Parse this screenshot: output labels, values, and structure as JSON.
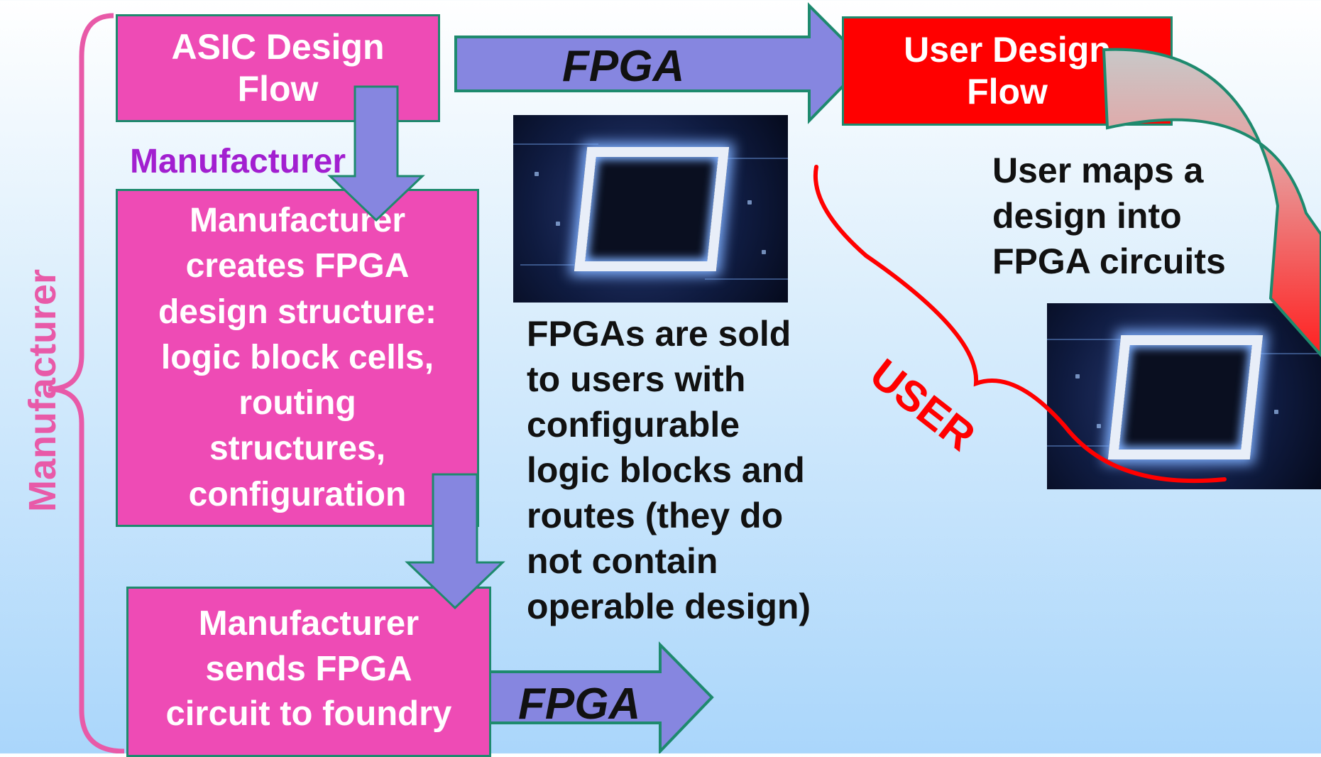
{
  "side_label": "Manufacturer",
  "asic_box": "ASIC Design\nFlow",
  "manufacturer_label": "Manufacturer",
  "creates_box": "Manufacturer\ncreates FPGA\ndesign structure:\nlogic block cells,\nrouting\nstructures,\nconfiguration",
  "sends_box": "Manufacturer\nsends FPGA\ncircuit to foundry",
  "top_arrow_label": "FPGA",
  "bottom_arrow_label": "FPGA",
  "user_design_box": "User Design\nFlow",
  "user_maps_text": "User maps a\ndesign into\nFPGA circuits",
  "sold_text": "FPGAs are sold\nto users with\nconfigurable\nlogic blocks and\nroutes (they do\nnot contain\noperable design)",
  "user_label": "USER",
  "colors": {
    "box_pink": "#ee4bb5",
    "box_border": "#1e8a6e",
    "arrow_purple": "#8686e0",
    "user_red": "#ff0000",
    "label_purple": "#a21fd0",
    "brace_pink": "#e85aa8"
  }
}
